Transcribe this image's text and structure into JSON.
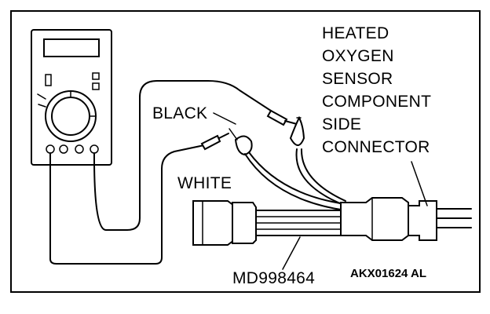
{
  "labels": {
    "sensor_line1": "HEATED",
    "sensor_line2": "OXYGEN",
    "sensor_line3": "SENSOR",
    "sensor_line4": "COMPONENT",
    "sensor_line5": "SIDE",
    "sensor_line6": "CONNECTOR",
    "black_probe": "BLACK",
    "white_probe": "WHITE",
    "tool_code": "MD998464",
    "figure_code": "AKX01624 AL"
  },
  "icons": {
    "multimeter": "multimeter-icon",
    "harness_connector": "harness-connector-icon",
    "test_harness": "test-harness-icon"
  }
}
